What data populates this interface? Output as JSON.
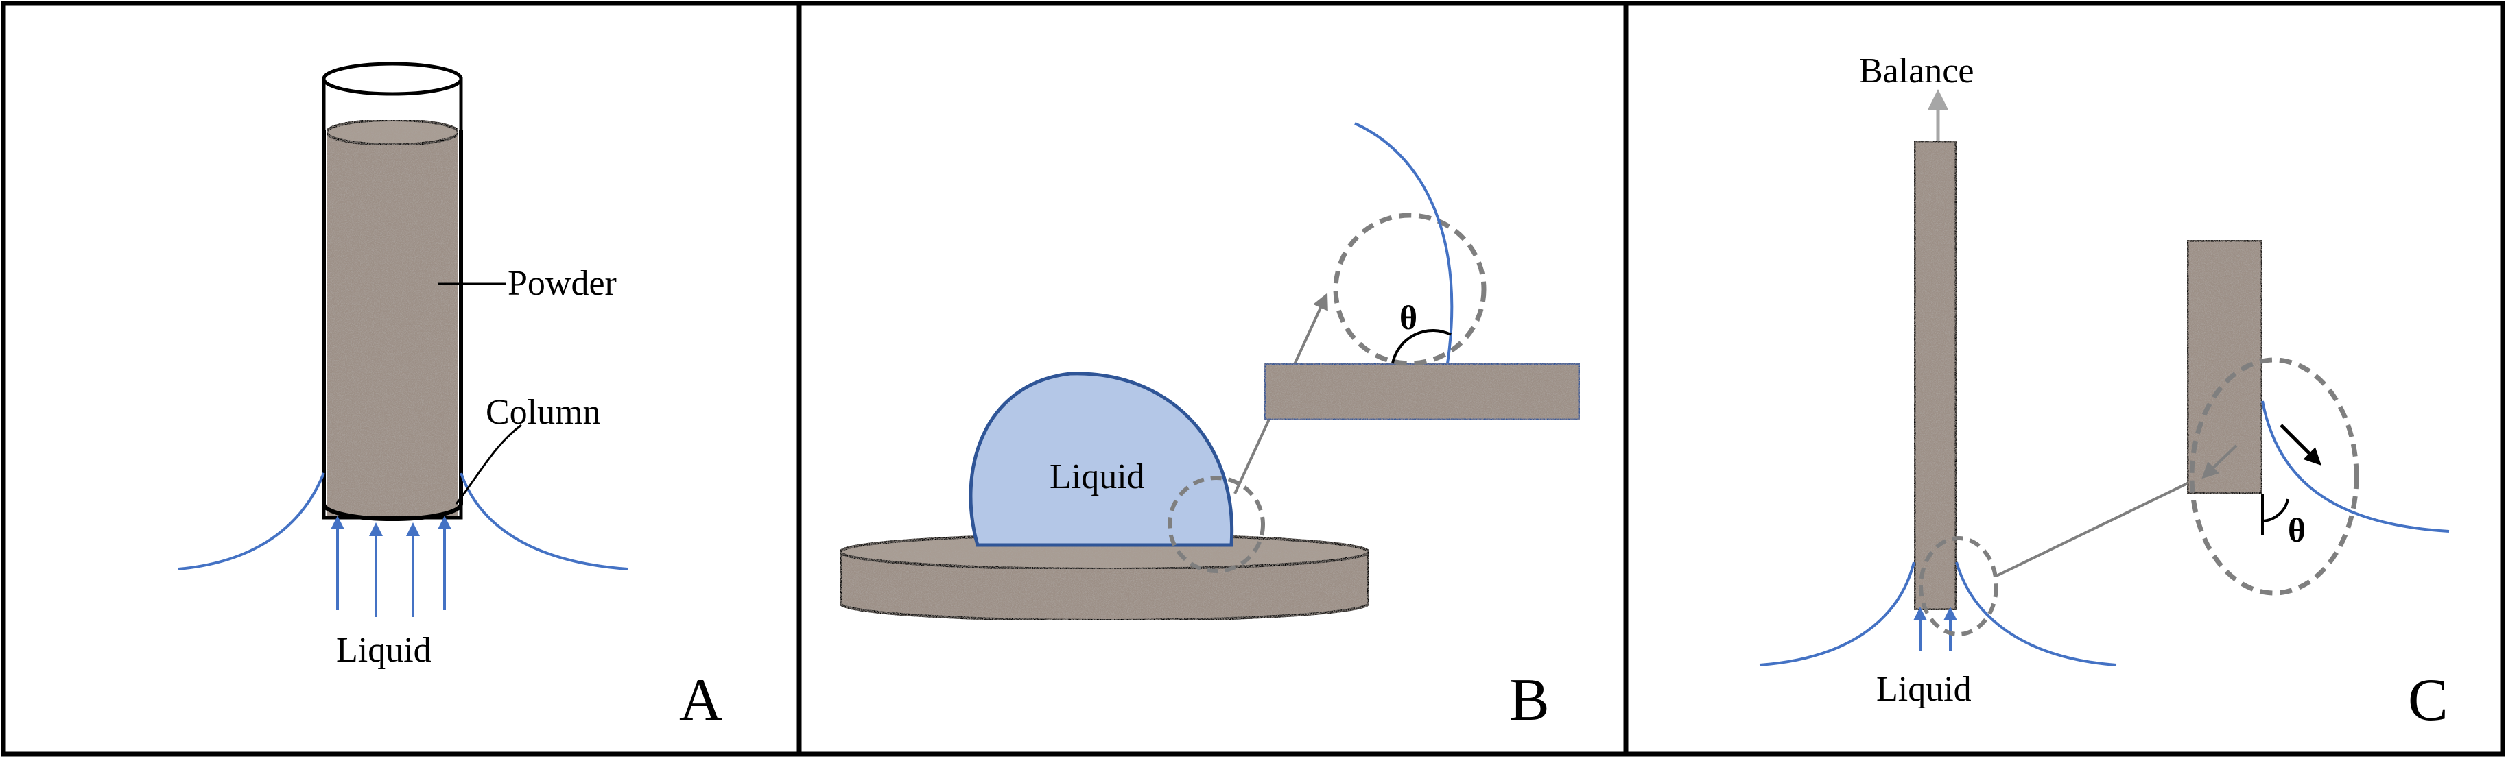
{
  "panels": [
    {
      "id": "A",
      "letter": "A",
      "labels": {
        "powder": "Powder",
        "column": "Column",
        "liquid": "Liquid"
      }
    },
    {
      "id": "B",
      "letter": "B",
      "labels": {
        "liquid": "Liquid",
        "theta": "θ"
      }
    },
    {
      "id": "C",
      "letter": "C",
      "labels": {
        "balance": "Balance",
        "liquid": "Liquid",
        "theta": "θ"
      }
    }
  ],
  "colors": {
    "powder_fill": "#9c8f86",
    "liquid_fill": "#b4c7e7",
    "liquid_edge": "#2f5597",
    "meniscus_line": "#4472c4",
    "arrow_blue": "#4472c4",
    "detail_circle": "#7f7f7f",
    "border": "#000000"
  }
}
